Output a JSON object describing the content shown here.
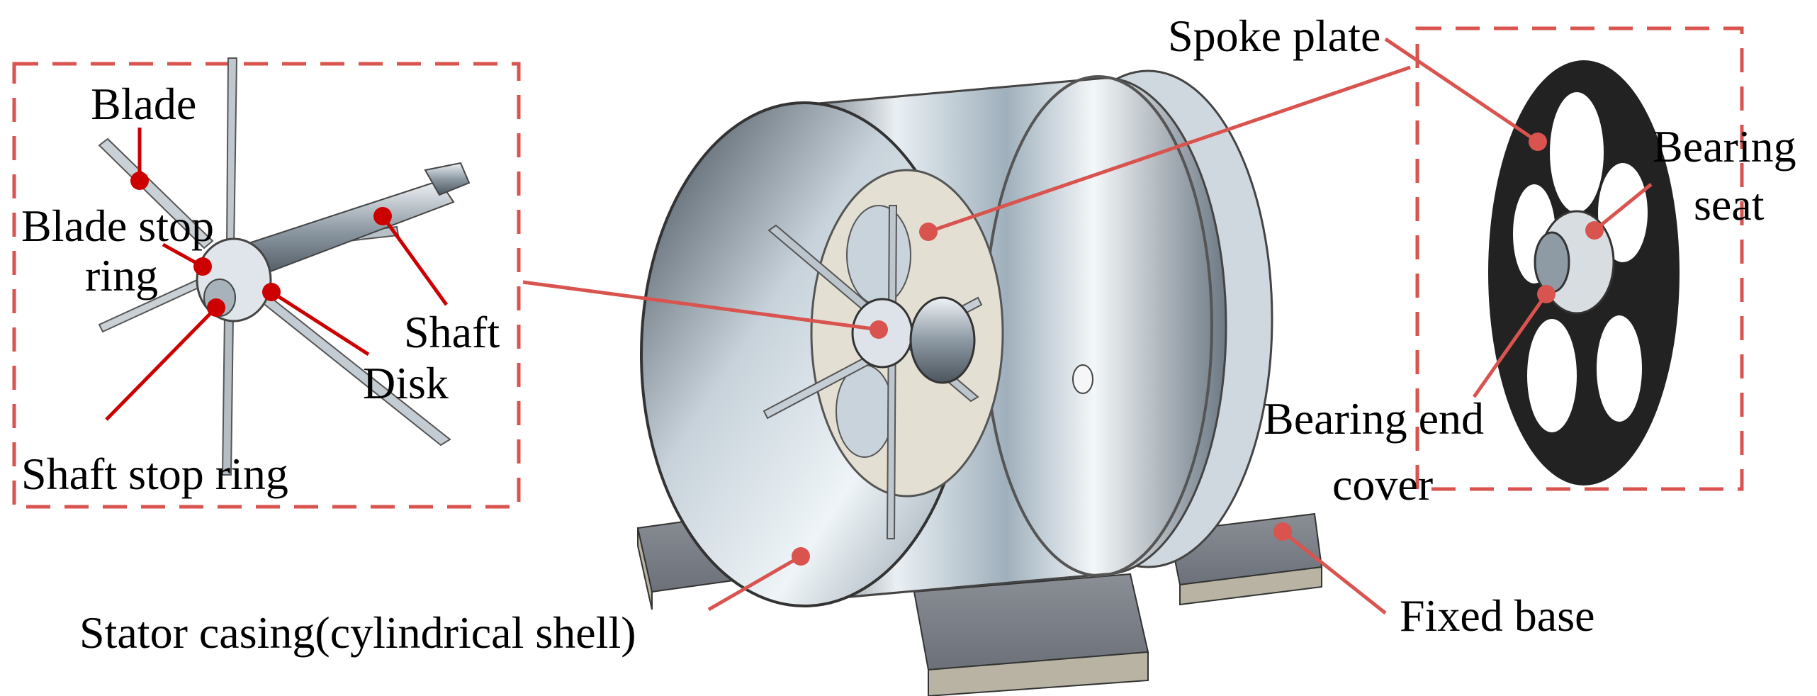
{
  "labels": {
    "blade": "Blade",
    "blade_stop_ring_1": "Blade stop",
    "blade_stop_ring_2": "ring",
    "shaft": "Shaft",
    "disk": "Disk",
    "shaft_stop_ring": "Shaft stop ring",
    "spoke_plate": "Spoke plate",
    "bearing_seat_1": "Bearing",
    "bearing_seat_2": "seat",
    "bearing_end_cover_1": "Bearing end",
    "bearing_end_cover_2": "cover",
    "stator_casing": "Stator casing(cylindrical shell)",
    "fixed_base": "Fixed base"
  },
  "colors": {
    "callout": "#d9534f",
    "dashed_box": "#d9534f",
    "leader_left": "#cc0000",
    "metal_light": "#eef3f6",
    "metal_mid": "#aab6c0",
    "metal_dark": "#4a5560",
    "spoke_dark": "#222222",
    "base": "#b9b3a3"
  }
}
